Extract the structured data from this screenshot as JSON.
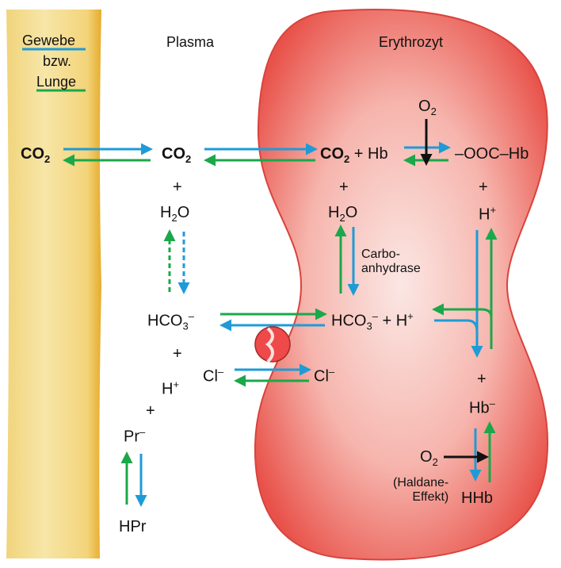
{
  "legend": {
    "gewebe": "Gewebe",
    "bzw": "bzw.",
    "lunge": "Lunge",
    "colors": {
      "gewebe": "#1e9bd7",
      "lunge": "#1aa84a"
    }
  },
  "headers": {
    "plasma": "Plasma",
    "erythrozyt": "Erythrozyt"
  },
  "tissue": {
    "co2": "CO",
    "co2_sub": "2"
  },
  "plasma": {
    "co2": "CO",
    "co2_sub": "2",
    "plus1": "+",
    "h2o_a": "H",
    "h2o_sub": "2",
    "h2o_b": "O",
    "hco3": "HCO",
    "hco3_sub": "3",
    "hco3_sup": "–",
    "plus2": "+",
    "h": "H",
    "h_sup": "+",
    "plus3": "+",
    "pr": "Pr",
    "pr_sup": "–",
    "hpr": "HPr",
    "cl": "Cl",
    "cl_sup": "–"
  },
  "erythrocyte": {
    "co2": "CO",
    "co2_sub": "2",
    "hb_part": " + Hb",
    "o2_top": "O",
    "o2_top_sub": "2",
    "carbamino": "–OOC–Hb",
    "plus_left": "+",
    "plus_right": "+",
    "h2o_a": "H",
    "h2o_sub": "2",
    "h2o_b": "O",
    "h_right": "H",
    "h_right_sup": "+",
    "enzyme_line1": "Carbo-",
    "enzyme_line2": "anhydrase",
    "hco3": "HCO",
    "hco3_sub": "3",
    "hco3_sup": "–",
    "hco3_rest": " + H",
    "hco3_rest_sup": "+",
    "cl": "Cl",
    "cl_sup": "–",
    "plus_lower": "+",
    "hb_minus": "Hb",
    "hb_minus_sup": "–",
    "o2_bottom": "O",
    "o2_bottom_sub": "2",
    "haldane_line1": "(Haldane-",
    "haldane_line2": "Effekt)",
    "hhb": "HHb"
  }
}
